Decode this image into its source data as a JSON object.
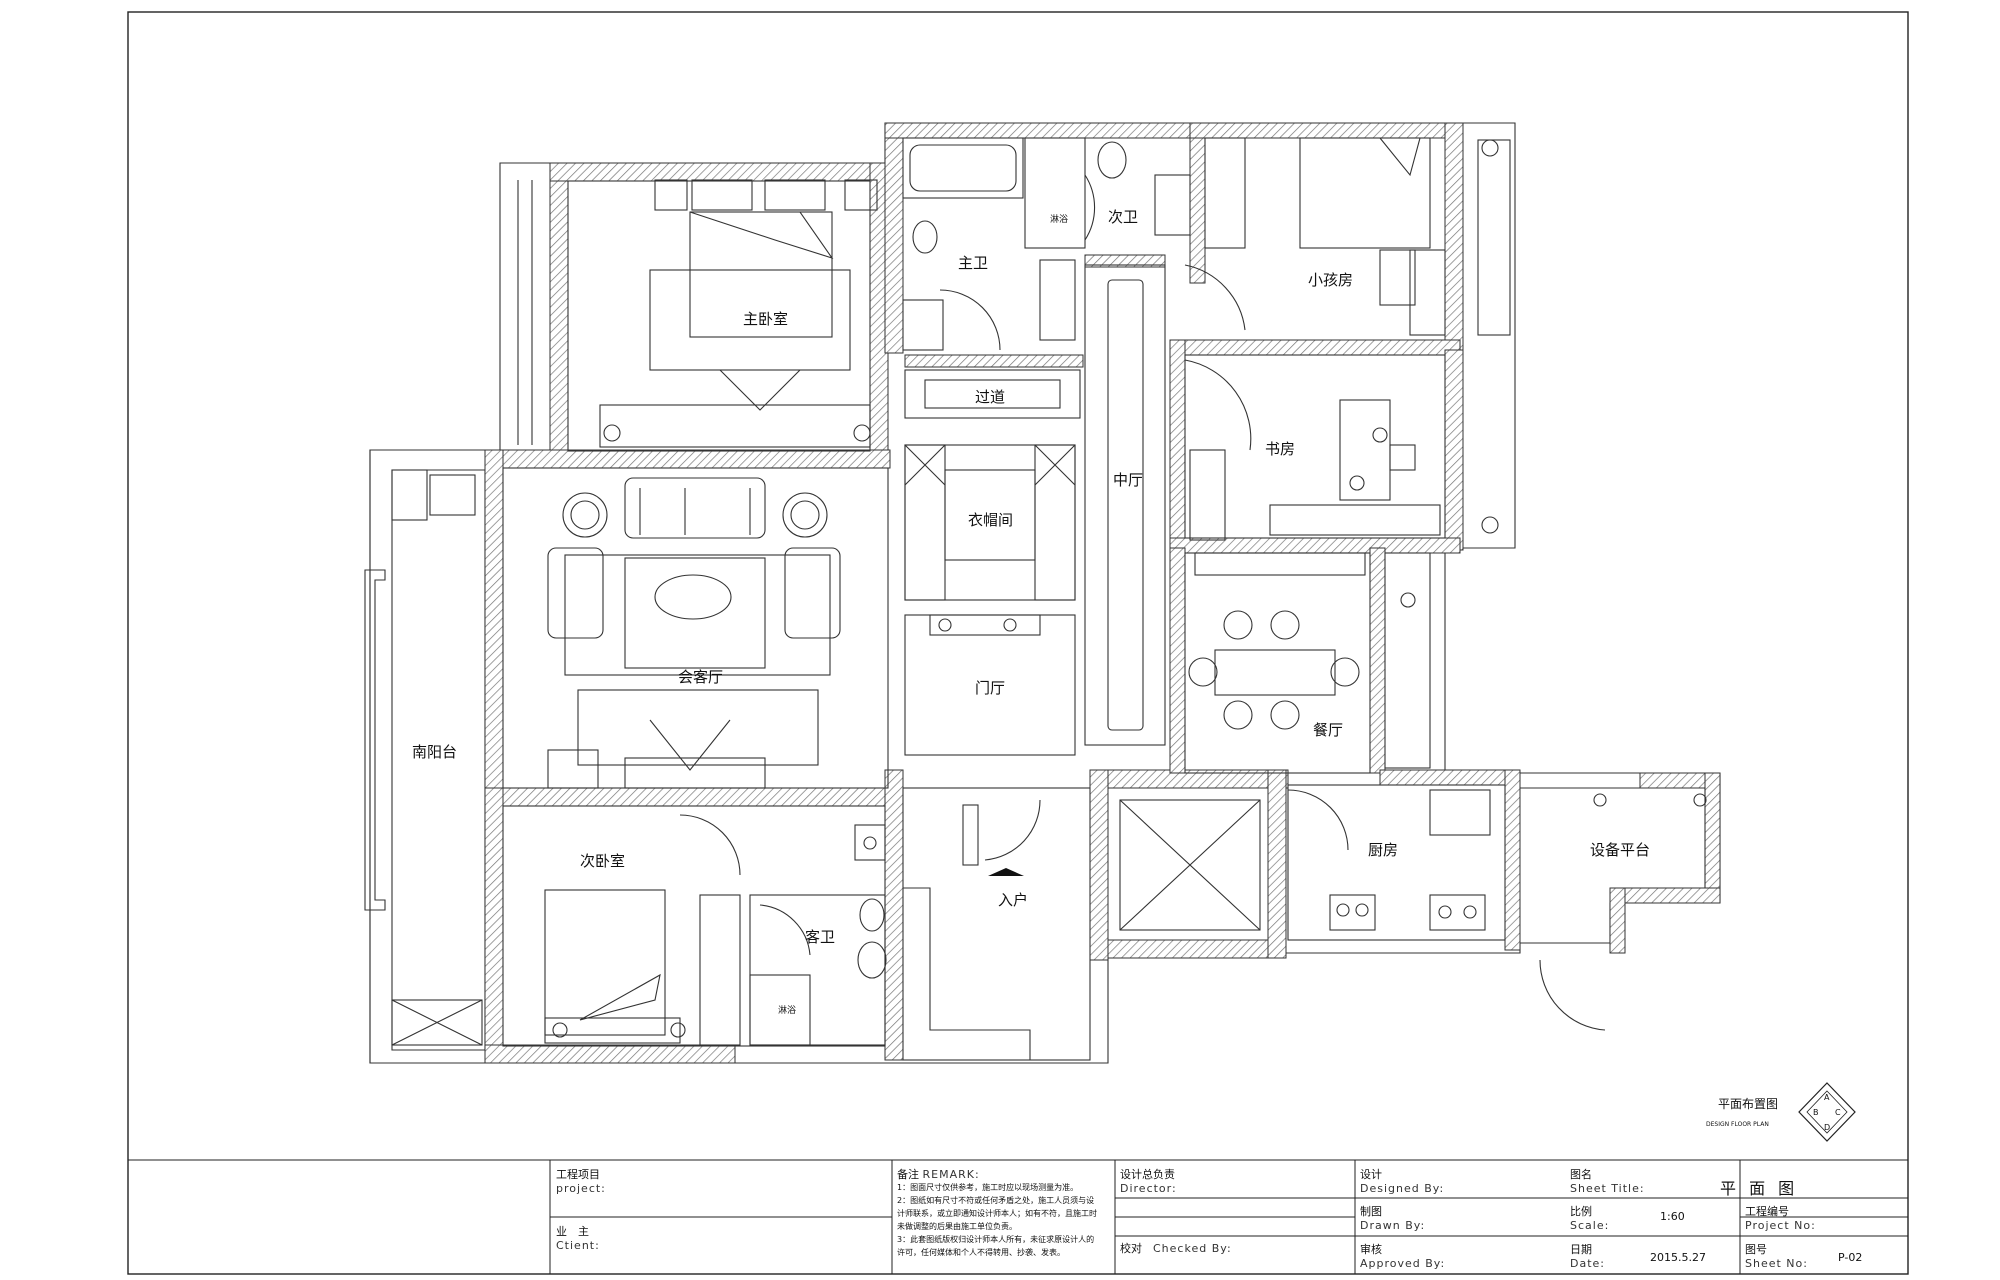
{
  "rooms": {
    "master_bedroom": "主卧室",
    "master_bath": "主卫",
    "second_bath": "次卫",
    "kids_room": "小孩房",
    "corridor": "过道",
    "study": "书房",
    "middle_hall": "中厅",
    "cloakroom": "衣帽间",
    "living_room": "会客厅",
    "south_balcony": "南阳台",
    "foyer": "门厅",
    "dining": "餐厅",
    "second_bedroom": "次卧室",
    "guest_bath": "客卫",
    "entrance": "入户",
    "kitchen": "厨房",
    "equipment_platform": "设备平台",
    "shower_1": "淋浴",
    "shower_2": "淋浴"
  },
  "stamp": {
    "title": "平面布置图",
    "subtitle": "DESIGN FLOOR PLAN",
    "letters": [
      "A",
      "B",
      "C",
      "D"
    ]
  },
  "title_block": {
    "project_cn": "工程项目",
    "project_en": "project:",
    "client_cn": "业　主",
    "client_en": "Ctient:",
    "remark_cn": "备注",
    "remark_en": "REMARK:",
    "remark_notes": [
      "1：图面尺寸仅供参考，施工时应以现场测量为准。",
      "2：图纸如有尺寸不符或任何矛盾之处，施工人员须与设计师联系，或立即通知设计师本人；如有不符，且施工时未做调整的后果由施工单位负责。",
      "3：此套图纸版权归设计师本人所有，未征求原设计人的许可，任何媒体和个人不得转用、抄袭、发表。"
    ],
    "director_cn": "设计总负责",
    "director_en": "Director:",
    "checked_cn": "校对",
    "checked_en": "Checked By:",
    "designed_cn": "设计",
    "designed_en": "Designed By:",
    "drawn_cn": "制图",
    "drawn_en": "Drawn By:",
    "approved_cn": "审核",
    "approved_en": "Approved By:",
    "sheet_title_cn": "图名",
    "sheet_title_en": "Sheet Title:",
    "sheet_title_value": "平 面 图",
    "scale_cn": "比例",
    "scale_en": "Scale:",
    "scale_value": "1:60",
    "date_cn": "日期",
    "date_en": "Date:",
    "date_value": "2015.5.27",
    "project_no_cn": "工程编号",
    "project_no_en": "Project No:",
    "sheet_no_cn": "图号",
    "sheet_no_en": "Sheet No:",
    "sheet_no_value": "P-02"
  }
}
